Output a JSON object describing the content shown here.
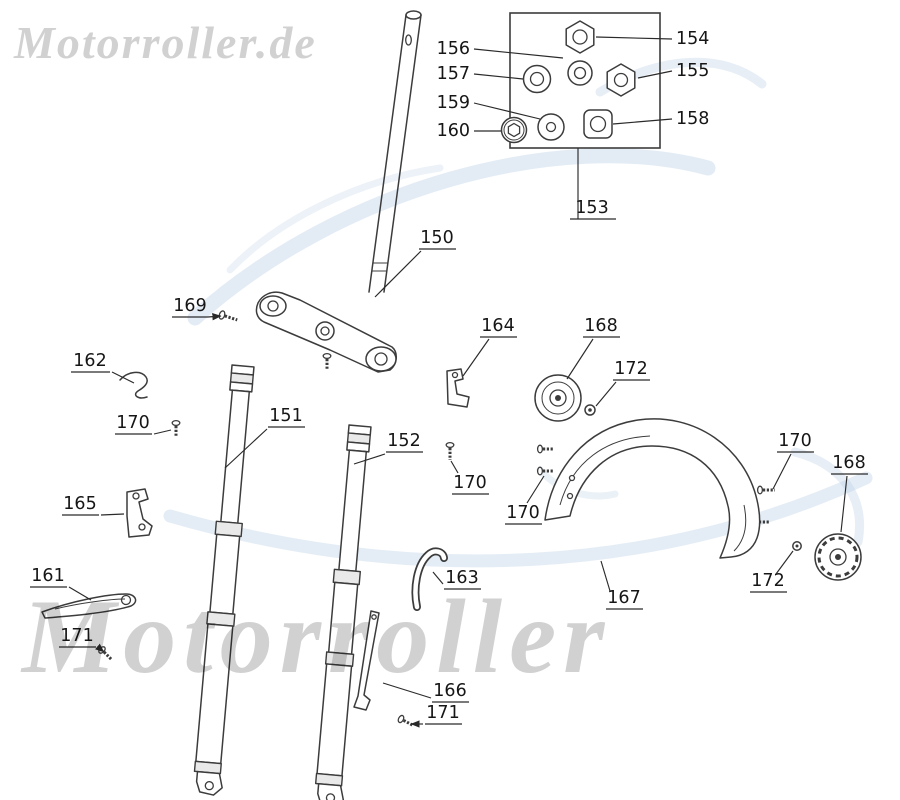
{
  "watermarks": {
    "top": "Motorroller.de",
    "bottom": "Motorroller"
  },
  "colors": {
    "diagram_line": "#3c3c3c",
    "label_text": "#161616",
    "watermark_gray": "#c6c6c6",
    "watermark_blue": "#b9cfe6"
  },
  "labels": [
    {
      "text": "156"
    },
    {
      "text": "157"
    },
    {
      "text": "159"
    },
    {
      "text": "160"
    },
    {
      "text": "154"
    },
    {
      "text": "155"
    },
    {
      "text": "158"
    },
    {
      "text": "153"
    },
    {
      "text": "150"
    },
    {
      "text": "169"
    },
    {
      "text": "162"
    },
    {
      "text": "170"
    },
    {
      "text": "151"
    },
    {
      "text": "152"
    },
    {
      "text": "164"
    },
    {
      "text": "168"
    },
    {
      "text": "172"
    },
    {
      "text": "170"
    },
    {
      "text": "170"
    },
    {
      "text": "165"
    },
    {
      "text": "161"
    },
    {
      "text": "171"
    },
    {
      "text": "163"
    },
    {
      "text": "166"
    },
    {
      "text": "167"
    },
    {
      "text": "170"
    },
    {
      "text": "168"
    },
    {
      "text": "172"
    },
    {
      "text": "171"
    }
  ]
}
